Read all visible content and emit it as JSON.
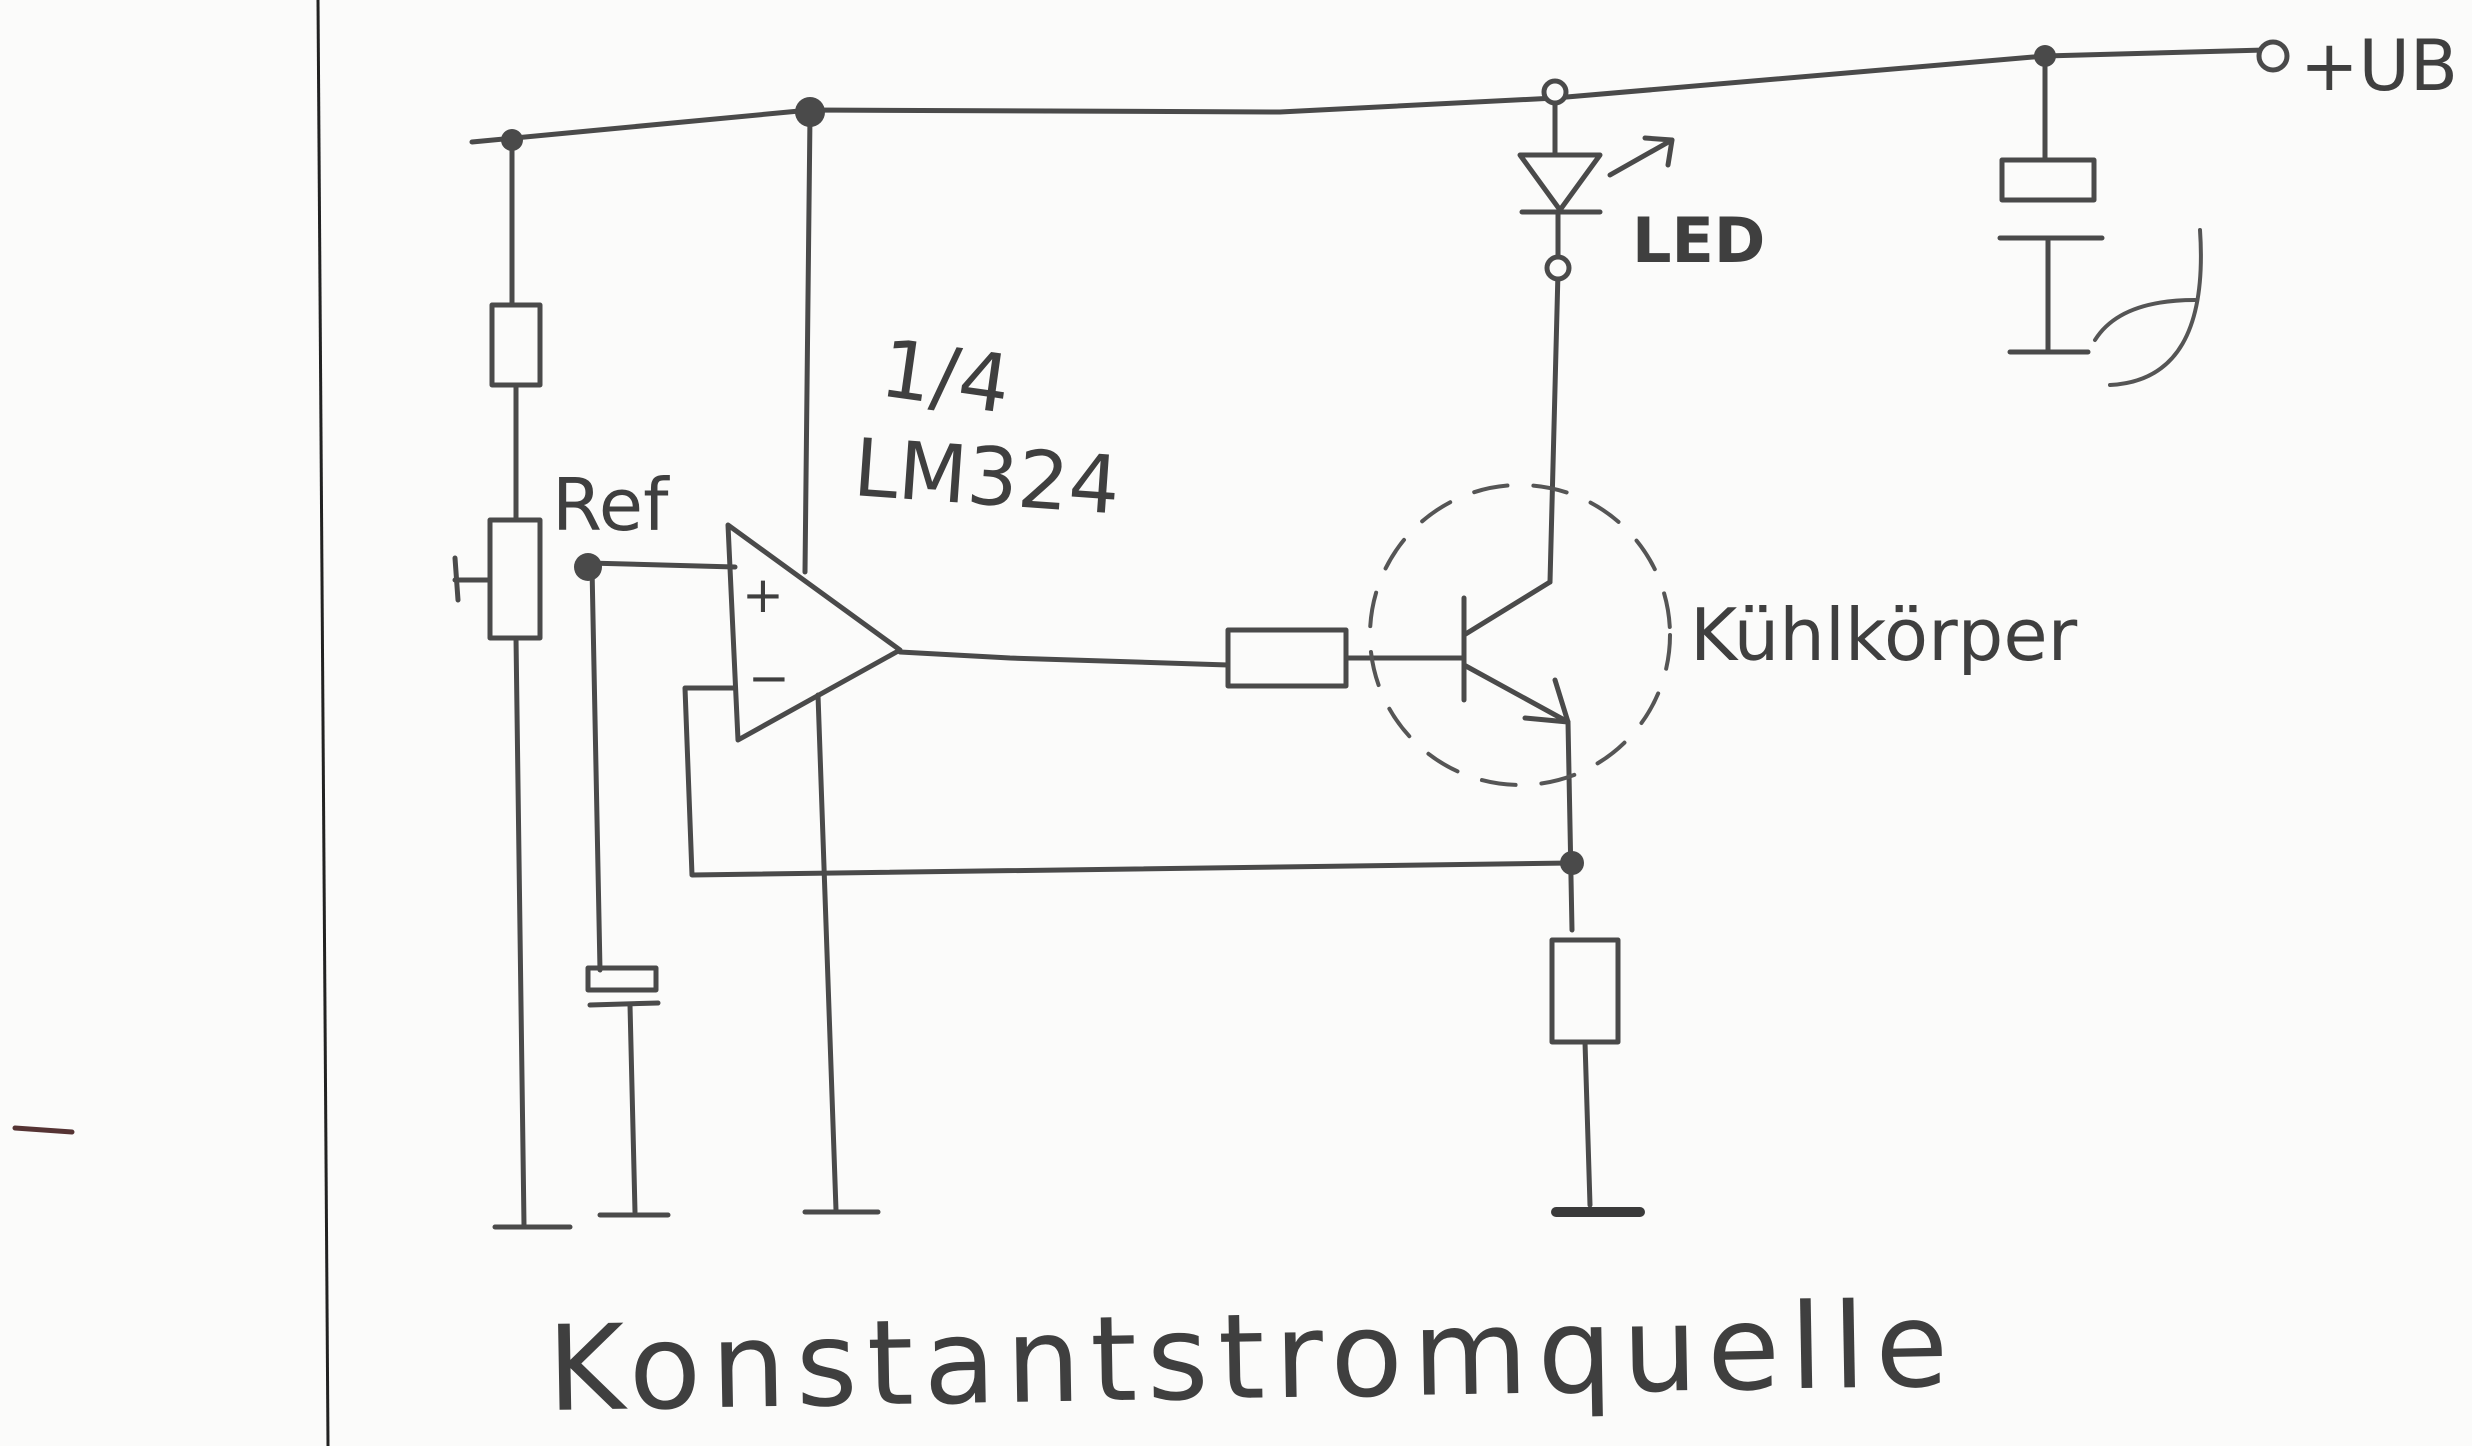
{
  "labels": {
    "supply": "+UB",
    "led": "LED",
    "opamp_fraction": "1/4",
    "opamp_part": "LM324",
    "reference": "Ref",
    "heatsink": "Kühlkörper",
    "plus_sign": "+",
    "minus_sign": "−",
    "title": "Konstantstromquelle"
  }
}
